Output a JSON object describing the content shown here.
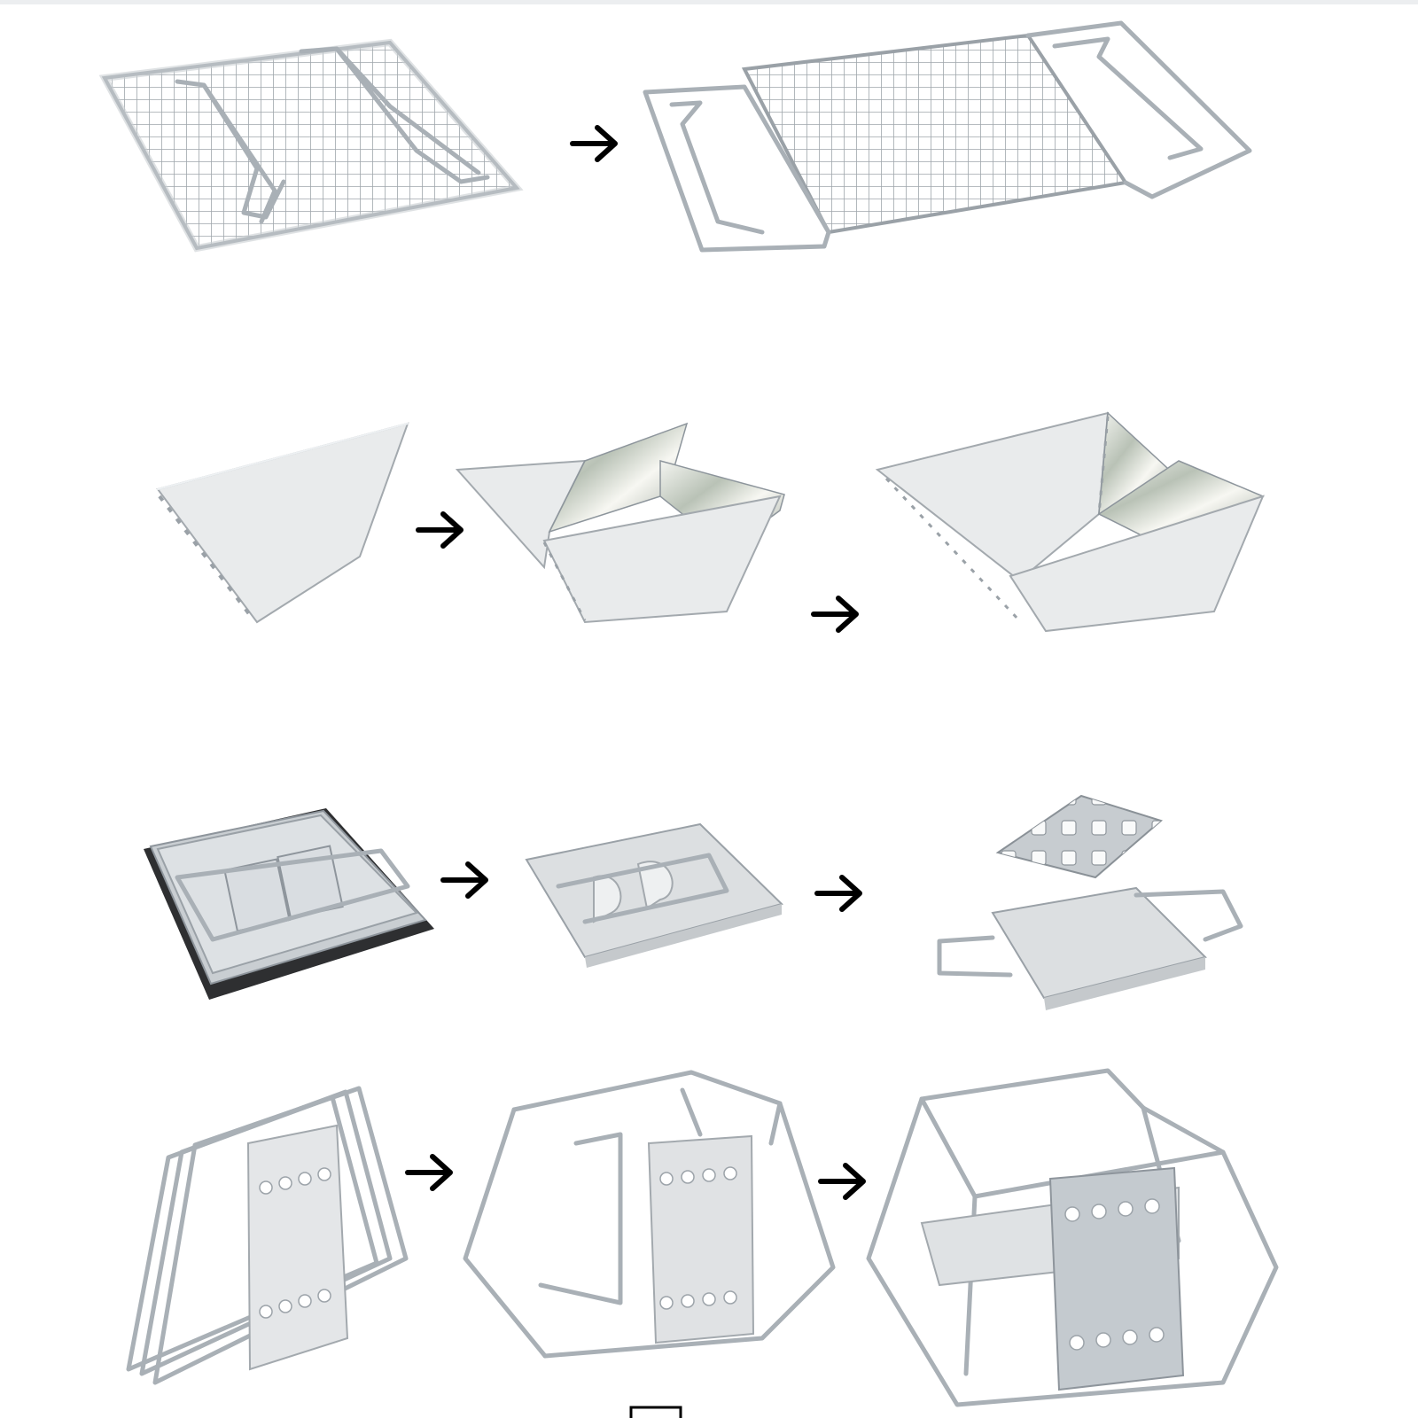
{
  "image": {
    "width": 1600,
    "height": 1600,
    "background": "#ffffff",
    "rows": [
      {
        "id": "grill-grate",
        "steps": 2
      },
      {
        "id": "fire-bowl",
        "steps": 3
      },
      {
        "id": "ash-tray",
        "steps": 3
      },
      {
        "id": "stand-frame",
        "steps": 3
      }
    ],
    "arrow_icon": "right-arrow-icon",
    "colors": {
      "steel": "#d9dde1",
      "steel_edge": "#8e959c",
      "arrow": "#000000"
    }
  }
}
